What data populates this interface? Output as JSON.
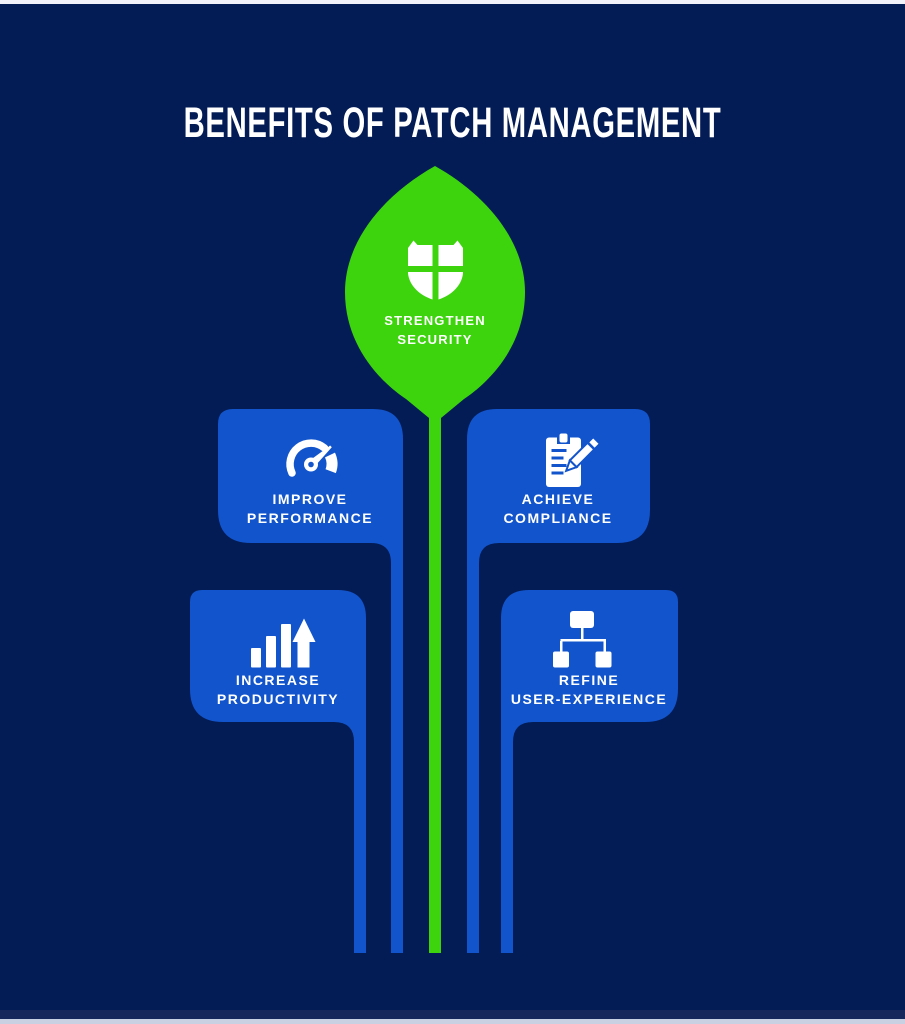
{
  "title": "BENEFITS OF PATCH MANAGEMENT",
  "colors": {
    "background": "#041C55",
    "card_blue": "#1254CB",
    "accent_green": "#3DD40E",
    "text_white": "#FFFFFF",
    "edge_light": "#F2F2FA",
    "footer_band": "#16275C",
    "footer_line": "#C9D0E2"
  },
  "center_node": {
    "icon": "security-shield-icon",
    "line1": "STRENGTHEN",
    "line2": "SECURITY"
  },
  "benefits": [
    {
      "position": "upper-left",
      "icon": "speedometer-icon",
      "line1": "IMPROVE",
      "line2": "PERFORMANCE"
    },
    {
      "position": "upper-right",
      "icon": "clipboard-pencil-icon",
      "line1": "ACHIEVE",
      "line2": "COMPLIANCE"
    },
    {
      "position": "lower-left",
      "icon": "bar-chart-growth-icon",
      "line1": "INCREASE",
      "line2": "PRODUCTIVITY"
    },
    {
      "position": "lower-right",
      "icon": "sitemap-icon",
      "line1": "REFINE",
      "line2": "USER-EXPERIENCE"
    }
  ]
}
